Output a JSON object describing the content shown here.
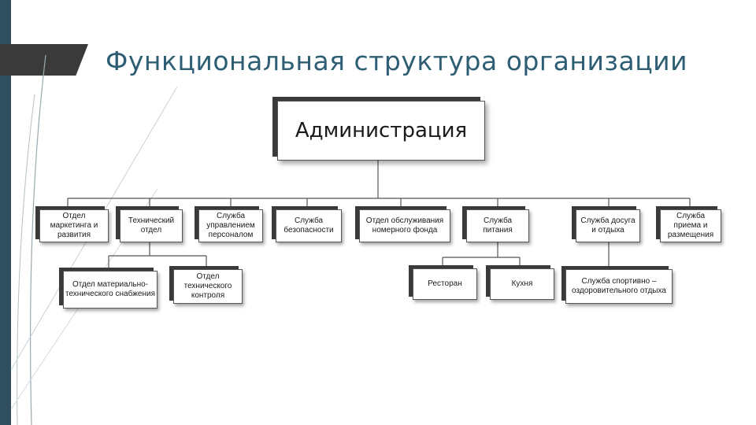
{
  "title": "Функциональная структура организации",
  "root": {
    "label": "Администрация"
  },
  "departments": [
    {
      "label": "Отдел маркетинга и развития"
    },
    {
      "label": "Технический отдел"
    },
    {
      "label": "Служба управлением персоналом"
    },
    {
      "label": "Служба безопасности"
    },
    {
      "label": "Отдел обслуживания номерного фонда"
    },
    {
      "label": "Служба питания"
    },
    {
      "label": "Служба досуга и отдыха"
    },
    {
      "label": "Служба приема и размещения"
    }
  ],
  "technical_children": [
    {
      "label": "Отдел материально-технического снабжения"
    },
    {
      "label": "Отдел технического контроля"
    }
  ],
  "catering_children": [
    {
      "label": "Ресторан"
    },
    {
      "label": "Кухня"
    }
  ],
  "leisure_children": [
    {
      "label": "Служба спортивно – оздоровительного отдыха"
    }
  ],
  "colors": {
    "sidebar": "#2f4f5f",
    "title": "#2e5e74",
    "box_shadow": "#3a3a3a"
  }
}
